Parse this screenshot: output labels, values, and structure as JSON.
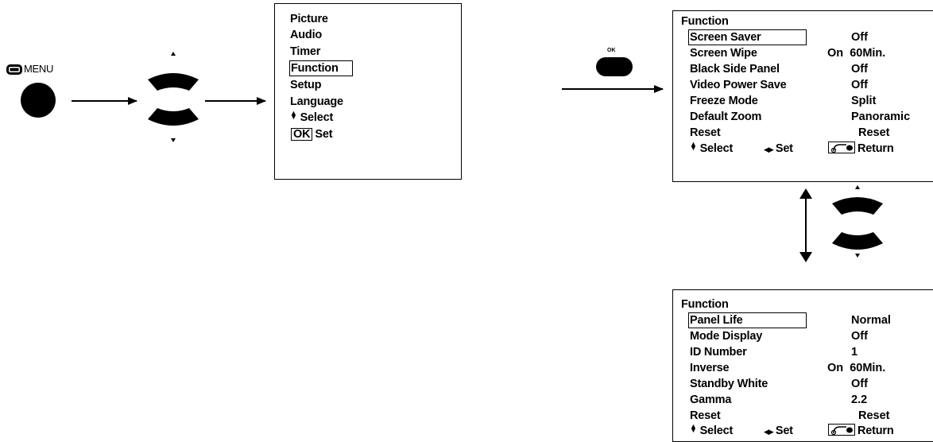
{
  "remote": {
    "menu_label": "MENU",
    "ok_label": "OK"
  },
  "main_menu": {
    "items": [
      "Picture",
      "Audio",
      "Timer",
      "Function",
      "Setup",
      "Language"
    ],
    "selected": "Function",
    "select_hint": "Select",
    "ok_key": "OK",
    "set_hint": "Set"
  },
  "function_menu_1": {
    "title": "Function",
    "rows": [
      {
        "label": "Screen Saver",
        "value": "Off"
      },
      {
        "label": "Screen Wipe",
        "value": "On  60Min."
      },
      {
        "label": "Black Side Panel",
        "value": "Off"
      },
      {
        "label": "Video Power Save",
        "value": "Off"
      },
      {
        "label": "Freeze Mode",
        "value": "Split"
      },
      {
        "label": "Default Zoom",
        "value": "Panoramic"
      },
      {
        "label": "Reset",
        "value": "Reset"
      }
    ],
    "select_hint": "Select",
    "set_hint": "Set",
    "return_hint": "Return"
  },
  "function_menu_2": {
    "title": "Function",
    "rows": [
      {
        "label": "Panel Life",
        "value": "Normal"
      },
      {
        "label": "Mode Display",
        "value": "Off"
      },
      {
        "label": "ID Number",
        "value": "1"
      },
      {
        "label": "Inverse",
        "value": "On  60Min."
      },
      {
        "label": "Standby White",
        "value": "Off"
      },
      {
        "label": "Gamma",
        "value": "2.2"
      },
      {
        "label": "Reset",
        "value": "Reset"
      }
    ],
    "select_hint": "Select",
    "set_hint": "Set",
    "return_hint": "Return"
  }
}
